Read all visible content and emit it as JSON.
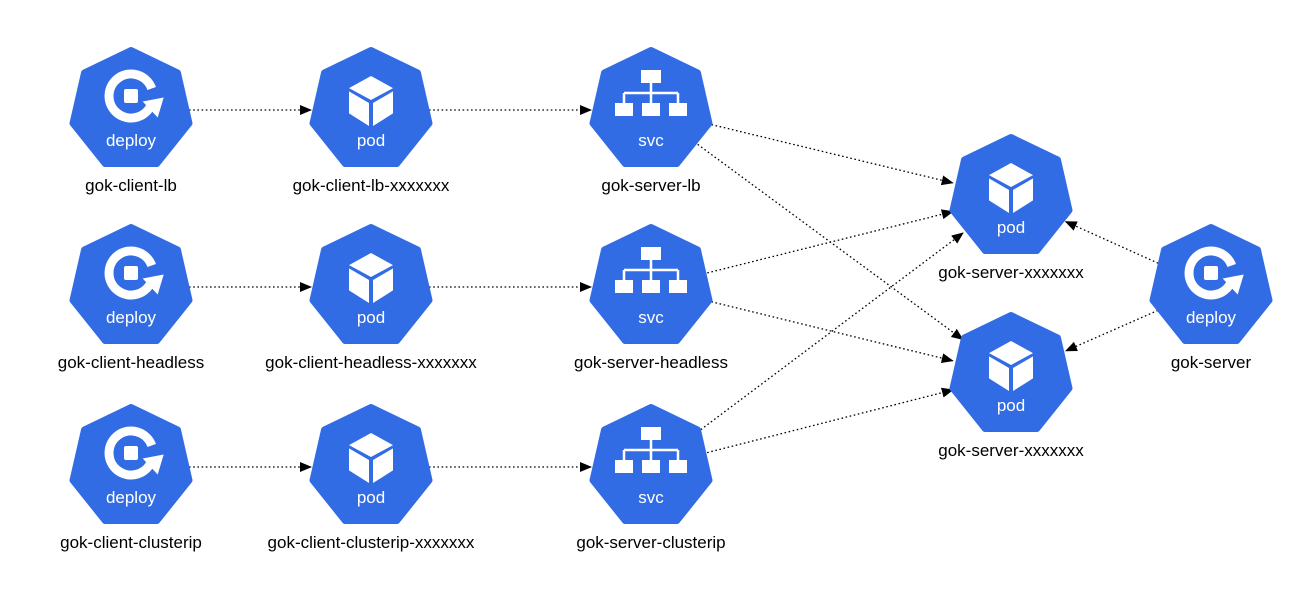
{
  "colors": {
    "node_fill": "#326ce5",
    "icon": "#ffffff",
    "edge": "#000000",
    "background": "#ffffff"
  },
  "nodes": [
    {
      "id": "deploy-client-lb",
      "kind": "deploy",
      "icon": "deploy-icon",
      "label": "gok-client-lb"
    },
    {
      "id": "pod-client-lb",
      "kind": "pod",
      "icon": "pod-icon",
      "label": "gok-client-lb-xxxxxxx"
    },
    {
      "id": "svc-server-lb",
      "kind": "svc",
      "icon": "svc-icon",
      "label": "gok-server-lb"
    },
    {
      "id": "deploy-client-headless",
      "kind": "deploy",
      "icon": "deploy-icon",
      "label": "gok-client-headless"
    },
    {
      "id": "pod-client-headless",
      "kind": "pod",
      "icon": "pod-icon",
      "label": "gok-client-headless-xxxxxxx"
    },
    {
      "id": "svc-server-headless",
      "kind": "svc",
      "icon": "svc-icon",
      "label": "gok-server-headless"
    },
    {
      "id": "deploy-client-clusterip",
      "kind": "deploy",
      "icon": "deploy-icon",
      "label": "gok-client-clusterip"
    },
    {
      "id": "pod-client-clusterip",
      "kind": "pod",
      "icon": "pod-icon",
      "label": "gok-client-clusterip-xxxxxxx"
    },
    {
      "id": "svc-server-clusterip",
      "kind": "svc",
      "icon": "svc-icon",
      "label": "gok-server-clusterip"
    },
    {
      "id": "pod-server-1",
      "kind": "pod",
      "icon": "pod-icon",
      "label": "gok-server-xxxxxxx"
    },
    {
      "id": "pod-server-2",
      "kind": "pod",
      "icon": "pod-icon",
      "label": "gok-server-xxxxxxx"
    },
    {
      "id": "deploy-server",
      "kind": "deploy",
      "icon": "deploy-icon",
      "label": "gok-server"
    }
  ],
  "edges": [
    {
      "from": "deploy-client-lb",
      "to": "pod-client-lb"
    },
    {
      "from": "pod-client-lb",
      "to": "svc-server-lb"
    },
    {
      "from": "deploy-client-headless",
      "to": "pod-client-headless"
    },
    {
      "from": "pod-client-headless",
      "to": "svc-server-headless"
    },
    {
      "from": "deploy-client-clusterip",
      "to": "pod-client-clusterip"
    },
    {
      "from": "pod-client-clusterip",
      "to": "svc-server-clusterip"
    },
    {
      "from": "svc-server-lb",
      "to": "pod-server-1"
    },
    {
      "from": "svc-server-lb",
      "to": "pod-server-2"
    },
    {
      "from": "svc-server-headless",
      "to": "pod-server-1"
    },
    {
      "from": "svc-server-headless",
      "to": "pod-server-2"
    },
    {
      "from": "svc-server-clusterip",
      "to": "pod-server-1"
    },
    {
      "from": "svc-server-clusterip",
      "to": "pod-server-2"
    },
    {
      "from": "deploy-server",
      "to": "pod-server-1"
    },
    {
      "from": "deploy-server",
      "to": "pod-server-2"
    }
  ]
}
